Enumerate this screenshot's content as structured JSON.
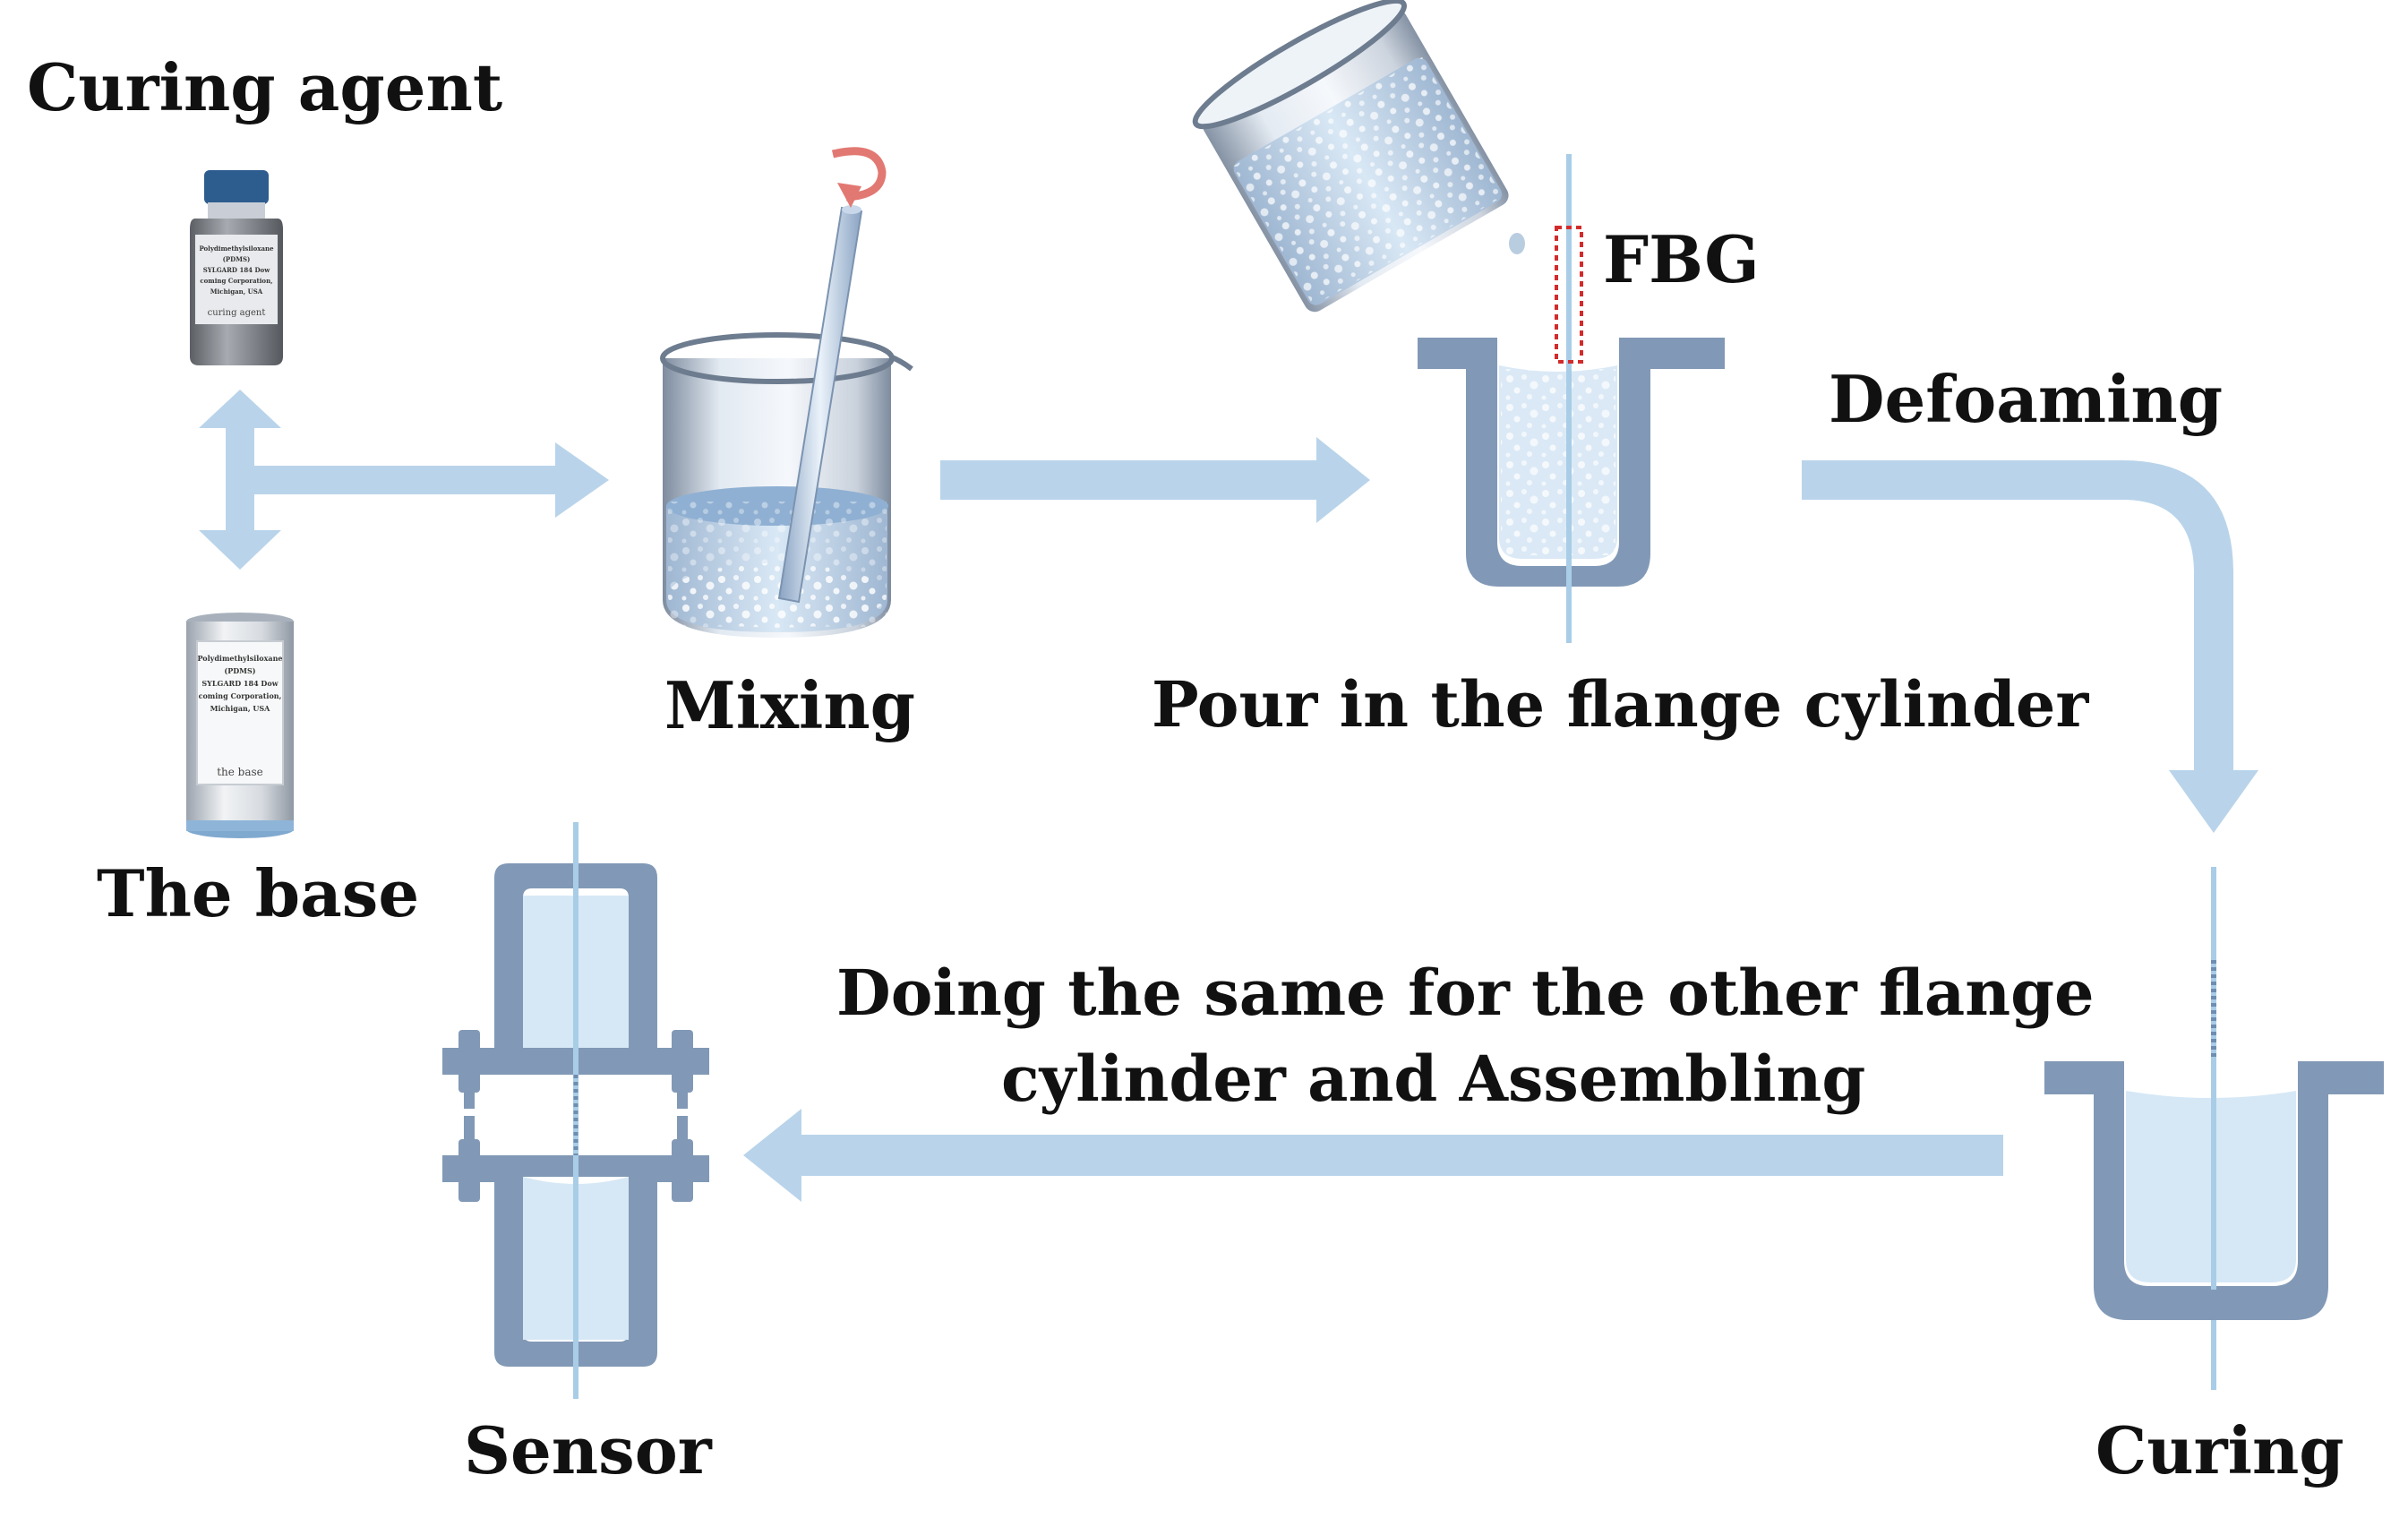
{
  "labels": {
    "curing_agent": "Curing agent",
    "the_base": "The base",
    "mixing": "Mixing",
    "pour": "Pour in the flange cylinder",
    "fbg": "FBG",
    "defoaming": "Defoaming",
    "curing": "Curing",
    "doing_line1": "Doing the same for the other flange",
    "doing_line2": "cylinder and Assembling",
    "sensor": "Sensor"
  },
  "bottle_label": {
    "lines": [
      "Polydimethylsiloxane",
      "(PDMS)",
      "SYLGARD 184 Dow",
      "coming Corporation,",
      "Michigan, USA"
    ],
    "name": "curing agent"
  },
  "can_label": {
    "lines": [
      "Polydimethylsiloxane",
      "(PDMS)",
      "SYLGARD 184 Dow",
      "coming Corporation,",
      "Michigan, USA"
    ],
    "name": "the base"
  },
  "colors": {
    "arrow": "#b9d4ea",
    "flange": "#8199b6",
    "liquid": "#d6e8f6",
    "fiber": "#a9cde6",
    "fbg_marker": "#d22b2b",
    "text": "#111111"
  }
}
